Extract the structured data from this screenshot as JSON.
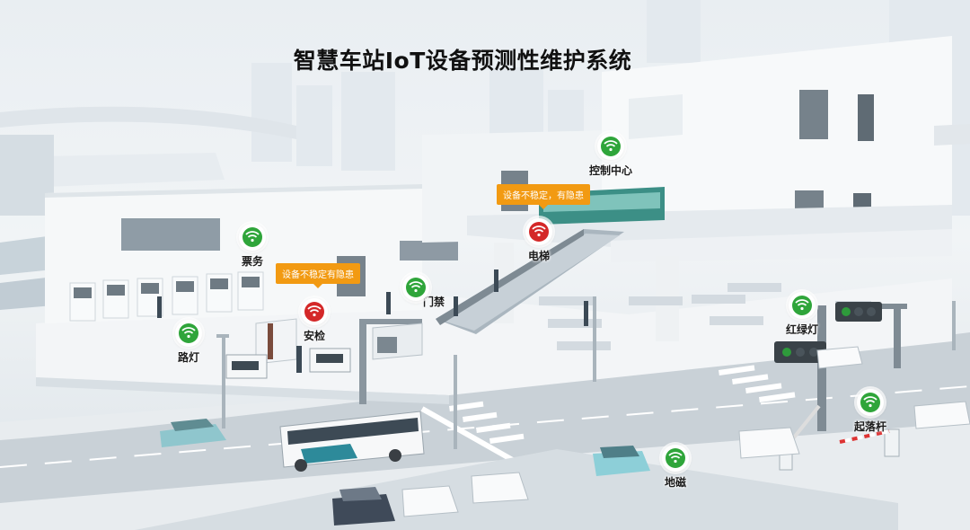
{
  "title": "智慧车站IoT设备预测性维护系统",
  "colors": {
    "normal": "#2fa53a",
    "fault": "#d42828",
    "warning": "#f29a12"
  },
  "devices": [
    {
      "id": "ticket",
      "label": "票务",
      "status": "normal",
      "icon": "wifi-icon"
    },
    {
      "id": "security",
      "label": "安检",
      "status": "fault",
      "icon": "wifi-icon"
    },
    {
      "id": "gate",
      "label": "门禁",
      "status": "normal",
      "icon": "wifi-icon"
    },
    {
      "id": "escalator",
      "label": "电梯",
      "status": "fault",
      "icon": "wifi-icon"
    },
    {
      "id": "control",
      "label": "控制中心",
      "status": "normal",
      "icon": "wifi-icon"
    },
    {
      "id": "streetlight",
      "label": "路灯",
      "status": "normal",
      "icon": "wifi-icon"
    },
    {
      "id": "trafficlight",
      "label": "红绿灯",
      "status": "normal",
      "icon": "wifi-icon"
    },
    {
      "id": "barrier",
      "label": "起落杆",
      "status": "normal",
      "icon": "wifi-icon"
    },
    {
      "id": "geomagnetic",
      "label": "地磁",
      "status": "normal",
      "icon": "wifi-icon"
    }
  ],
  "alerts": {
    "security": "设备不稳定有隐患",
    "escalator": "设备不稳定，有隐患"
  }
}
